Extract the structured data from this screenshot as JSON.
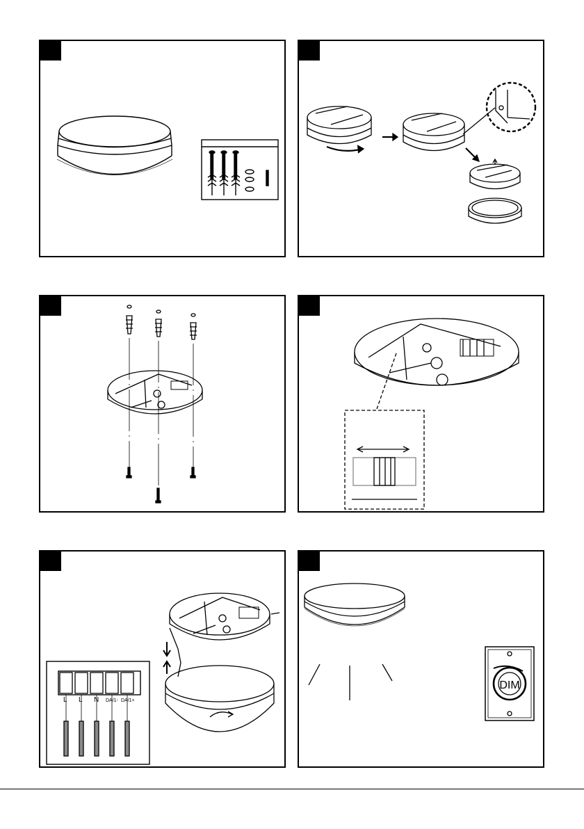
{
  "steps": [
    {
      "id": "step-1"
    },
    {
      "id": "step-2"
    },
    {
      "id": "step-3"
    },
    {
      "id": "step-4"
    },
    {
      "id": "step-5"
    },
    {
      "id": "step-6"
    }
  ],
  "terminal_labels": [
    "L",
    "L",
    "N",
    "DA/1-",
    "DA/1+"
  ],
  "dimmer": {
    "label": "DIM"
  },
  "colors": {
    "line": "#000000",
    "wire": "#8a8a8a",
    "paper": "#ffffff"
  }
}
